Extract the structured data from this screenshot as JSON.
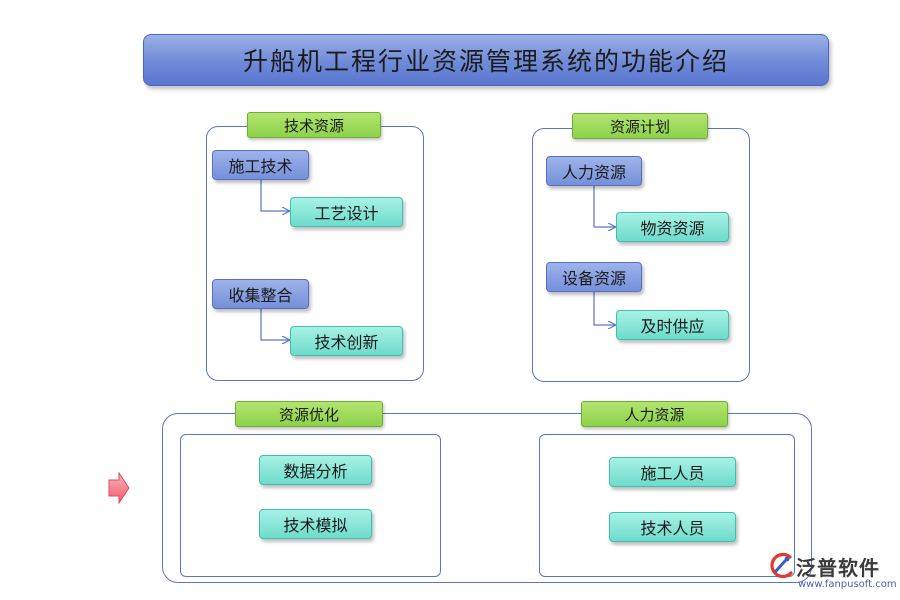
{
  "title": "升船机工程行业资源管理系统的功能介绍",
  "panels": {
    "tech": {
      "label": "技术资源",
      "groups": [
        {
          "parent": "施工技术",
          "child": "工艺设计"
        },
        {
          "parent": "收集整合",
          "child": "技术创新"
        }
      ]
    },
    "plan": {
      "label": "资源计划",
      "groups": [
        {
          "parent": "人力资源",
          "child": "物资资源"
        },
        {
          "parent": "设备资源",
          "child": "及时供应"
        }
      ]
    },
    "optimize": {
      "label": "资源优化",
      "items": [
        "数据分析",
        "技术模拟"
      ]
    },
    "human": {
      "label": "人力资源",
      "items": [
        "施工人员",
        "技术人员"
      ]
    }
  },
  "logo": {
    "name": "泛普软件",
    "url": "www.fanpusoft.com"
  },
  "colors": {
    "banner": "#6f8ad8",
    "frame": "#5876c7",
    "tag": "#8ed24a",
    "node_blue": "#7590da",
    "node_teal": "#6edccb",
    "arrow": "#f06a7a"
  },
  "icons": [
    "right-arrow-icon",
    "fanpu-logo-icon"
  ]
}
